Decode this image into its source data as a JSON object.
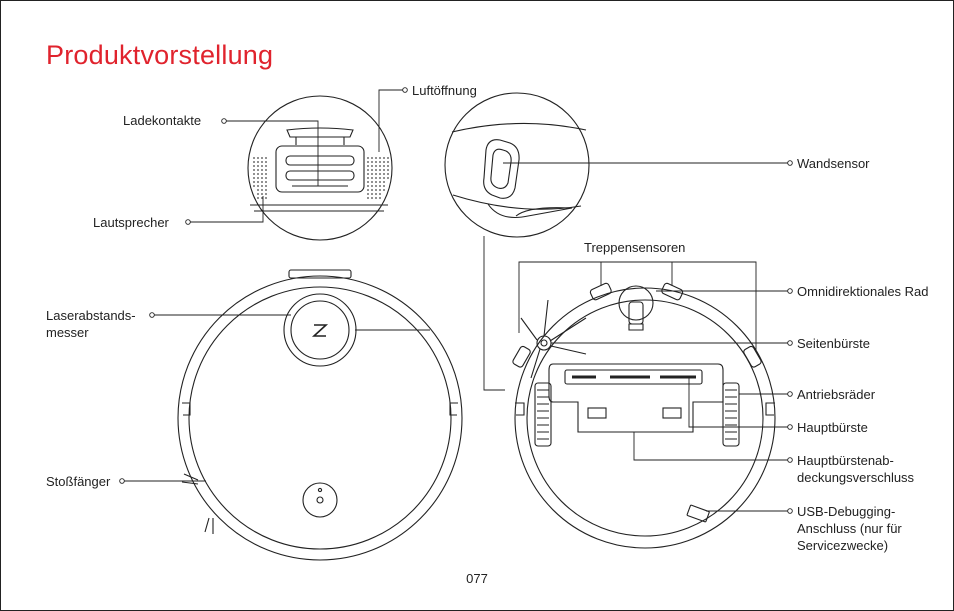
{
  "title": "Produktvorstellung",
  "page_number": "077",
  "labels": {
    "ladekontakte": "Ladekontakte",
    "luftoeffnung": "Luftöffnung",
    "lautsprecher": "Lautsprecher",
    "wandsensor": "Wandsensor",
    "treppensensoren": "Treppensensoren",
    "omnidirektionales_rad": "Omnidirektionales Rad",
    "laserabstandsmesser": "Laserabstands-\nmesser",
    "seitenbuerste": "Seitenbürste",
    "antriebsraeder": "Antriebsräder",
    "hauptbuerste": "Hauptbürste",
    "stossfaenger": "Stoßfänger",
    "hauptbuerstenabdeckungsverschluss": "Hauptbürstenab-\ndeckungsverschluss",
    "usb_debugging": "USB-Debugging-\nAnschluss (nur für\nServicezwecke)"
  }
}
